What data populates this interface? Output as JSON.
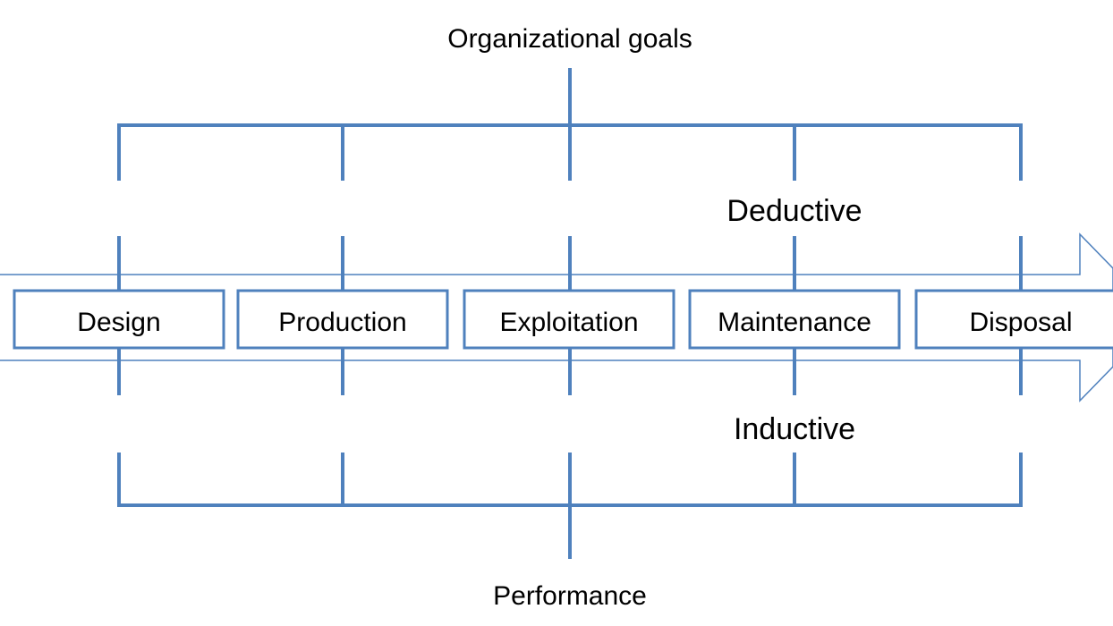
{
  "diagram": {
    "top_label": "Organizational goals",
    "bottom_label": "Performance",
    "deductive_label": "Deductive",
    "inductive_label": "Inductive",
    "stages": [
      {
        "label": "Design"
      },
      {
        "label": "Production"
      },
      {
        "label": "Exploitation"
      },
      {
        "label": "Maintenance"
      },
      {
        "label": "Disposal"
      }
    ],
    "colors": {
      "line": "#4f81bd",
      "arrow_outline": "#4f81bd",
      "text": "#000000"
    }
  }
}
